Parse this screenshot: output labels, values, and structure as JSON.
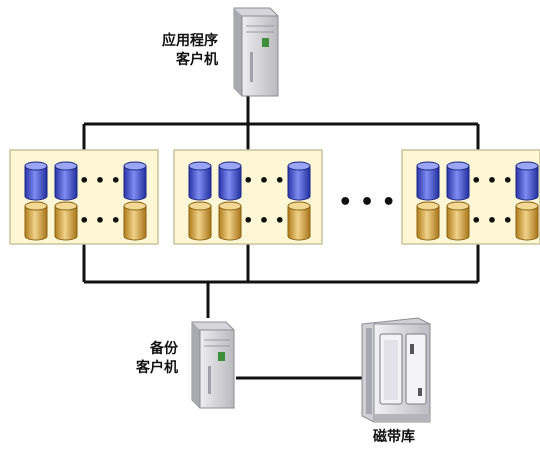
{
  "labels": {
    "app_client_line1": "应用程序",
    "app_client_line2": "客户机",
    "backup_client_line1": "备份",
    "backup_client_line2": "客户机",
    "tape_library": "磁带库"
  },
  "storage": {
    "group_count_shown": 3,
    "ellipsis": "• • •",
    "row_ellipsis": "• • •"
  },
  "colors": {
    "line": "#111111",
    "panel_fill": "#fdf7d6",
    "panel_stroke": "#c9c39a",
    "disk_blue": "#3b4bd1",
    "disk_blue_light": "#9aa6f5",
    "disk_gold": "#c9962a",
    "disk_gold_light": "#f2d795",
    "server_body": "#d9d9dc",
    "server_front": "#bfbfc4",
    "tape_body": "#d8d8dc",
    "tape_window": "#ececf0"
  },
  "icons": {
    "app_server": "server-tower-icon",
    "backup_server": "server-tower-icon",
    "tape": "tape-library-icon",
    "disk": "disk-cylinder-icon"
  }
}
